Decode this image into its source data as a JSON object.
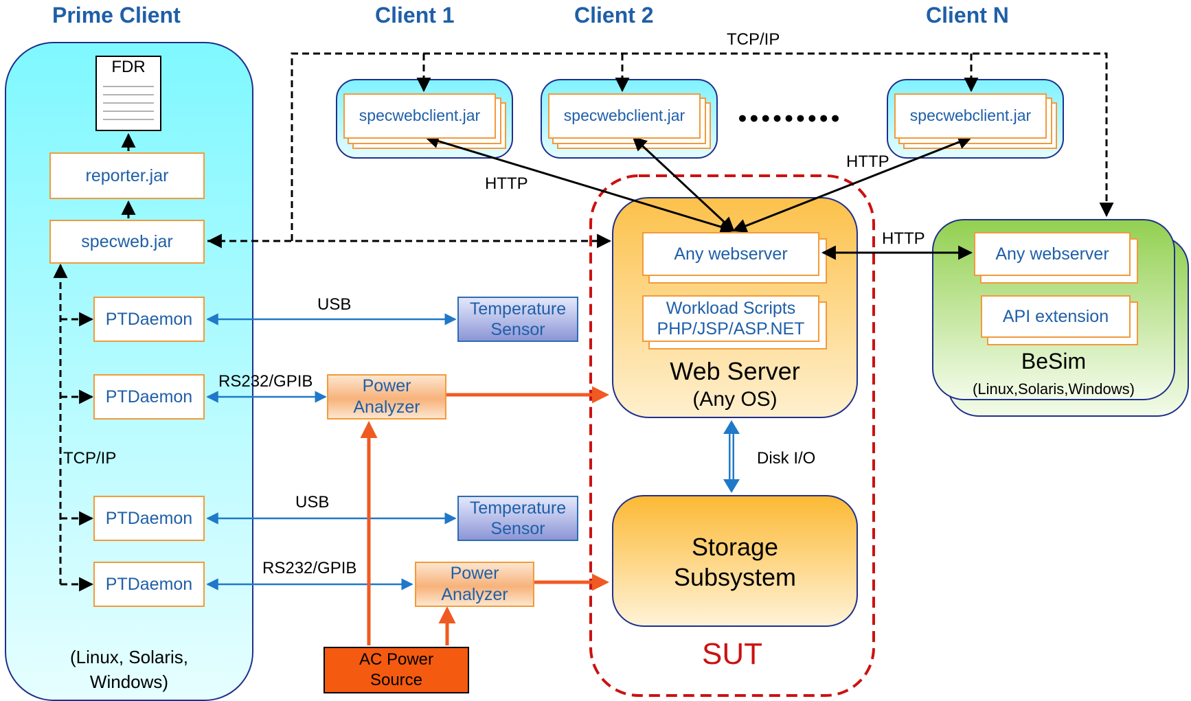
{
  "headers": {
    "prime_client": "Prime Client",
    "client_1": "Client 1",
    "client_2": "Client 2",
    "client_n": "Client N"
  },
  "prime_client": {
    "fdr": "FDR",
    "reporter": "reporter.jar",
    "specweb": "specweb.jar",
    "ptdaemon": [
      "PTDaemon",
      "PTDaemon",
      "PTDaemon",
      "PTDaemon"
    ],
    "os_line1": "(Linux, Solaris,",
    "os_line2": "Windows)"
  },
  "clients": {
    "jar_label": [
      "specwebclient.jar",
      "specwebclient.jar",
      "specwebclient.jar"
    ],
    "ellipsis": "●●●●●●●●●"
  },
  "sut": {
    "any_webserver": "Any webserver",
    "workload_line1": "Workload Scripts",
    "workload_line2": "PHP/JSP/ASP.NET",
    "web_server": "Web Server",
    "web_server_os": "(Any OS)",
    "storage_line1": "Storage",
    "storage_line2": "Subsystem",
    "label": "SUT"
  },
  "besim": {
    "any_webserver": "Any webserver",
    "api_extension": "API extension",
    "title": "BeSim",
    "os": "(Linux,Solaris,Windows)"
  },
  "devices": {
    "temperature_line1": "Temperature",
    "temperature_line2": "Sensor",
    "power_line1": "Power",
    "power_line2": "Analyzer",
    "ac_line1": "AC Power",
    "ac_line2": "Source"
  },
  "connections": {
    "tcp_ip_top": "TCP/IP",
    "tcp_ip_side": "TCP/IP",
    "http_1": "HTTP",
    "http_n": "HTTP",
    "http_besim": "HTTP",
    "usb_1": "USB",
    "usb_2": "USB",
    "rs232_1": "RS232/GPIB",
    "rs232_2": "RS232/GPIB",
    "disk_io": "Disk I/O"
  },
  "colors": {
    "header_blue": "#1f5fa8",
    "box_orange": "#f29a3a",
    "power_line": "#f05a22",
    "usb_line": "#1f78c8",
    "sut_border": "#cc1111",
    "prime_client_fill": "#8ffcff",
    "besim_fill": "#92d050"
  }
}
